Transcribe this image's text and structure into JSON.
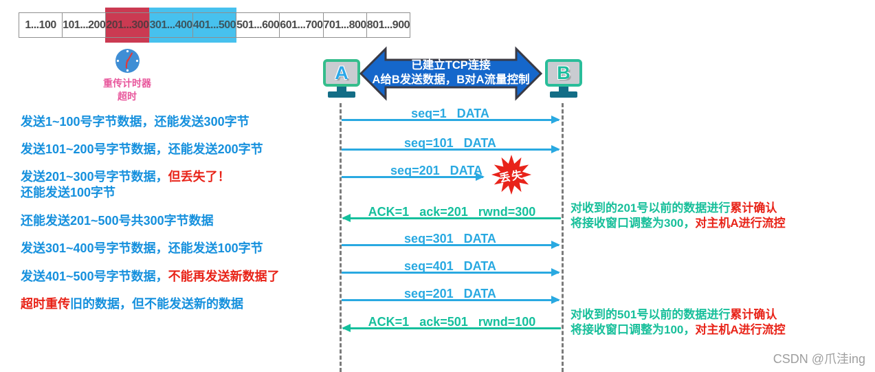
{
  "colors": {
    "seq_blue": "#29a9e1",
    "ack_green": "#15bf9c",
    "note_blue": "#1590dd",
    "alert_red": "#e82318",
    "timer_pink": "#e8579c",
    "banner_blue": "#1567cb",
    "window_lost_red": "#cb3a52",
    "window_sent_cyan": "#47c1ee"
  },
  "window_bar": {
    "cells": [
      "1...100",
      "101...200",
      "201...300",
      "301...400",
      "401...500",
      "501...600",
      "601...700",
      "701...800",
      "801...900"
    ]
  },
  "timer": {
    "line1": "重传计时器",
    "line2": "超时"
  },
  "hosts": {
    "a_label": "A",
    "b_label": "B"
  },
  "banner": {
    "line1": "已建立TCP连接",
    "line2": "A给B发送数据，B对A流量控制"
  },
  "left_notes": [
    {
      "part1": "发送1~100号字节数据，还能发送300字节"
    },
    {
      "part1": "发送101~200号字节数据，还能发送200字节"
    },
    {
      "part1": "发送201~300号字节数据，",
      "part2": "但丢失了！"
    },
    {
      "part1": "还能发送100字节"
    },
    {
      "part1": "还能发送201~500号共300字节数据"
    },
    {
      "part1": "发送301~400号字节数据，还能发送100字节"
    },
    {
      "part1": "发送401~500号字节数据，",
      "part2": "不能再发送新数据了"
    },
    {
      "part1": "超时重传",
      "part2": "旧的数据，但不能发送新的数据"
    }
  ],
  "messages": [
    {
      "label": "seq=1   DATA"
    },
    {
      "label": "seq=101   DATA"
    },
    {
      "label": "seq=201   DATA"
    },
    {
      "label": "ACK=1   ack=201   rwnd=300"
    },
    {
      "label": "seq=301   DATA"
    },
    {
      "label": "seq=401   DATA"
    },
    {
      "label": "seq=201   DATA"
    },
    {
      "label": "ACK=1   ack=501   rwnd=100"
    }
  ],
  "lost": {
    "label": "丢失"
  },
  "right_notes": [
    {
      "g1": "对收到的201号以前的数据进行",
      "r1": "累计确认",
      "g2": "将接收窗口调整为300，",
      "r2": "对主机A进行流控"
    },
    {
      "g1": "对收到的501号以前的数据进行",
      "r1": "累计确认",
      "g2": "将接收窗口调整为100，",
      "r2": "对主机A进行流控"
    }
  ],
  "watermark": "CSDN @爪洼ing"
}
